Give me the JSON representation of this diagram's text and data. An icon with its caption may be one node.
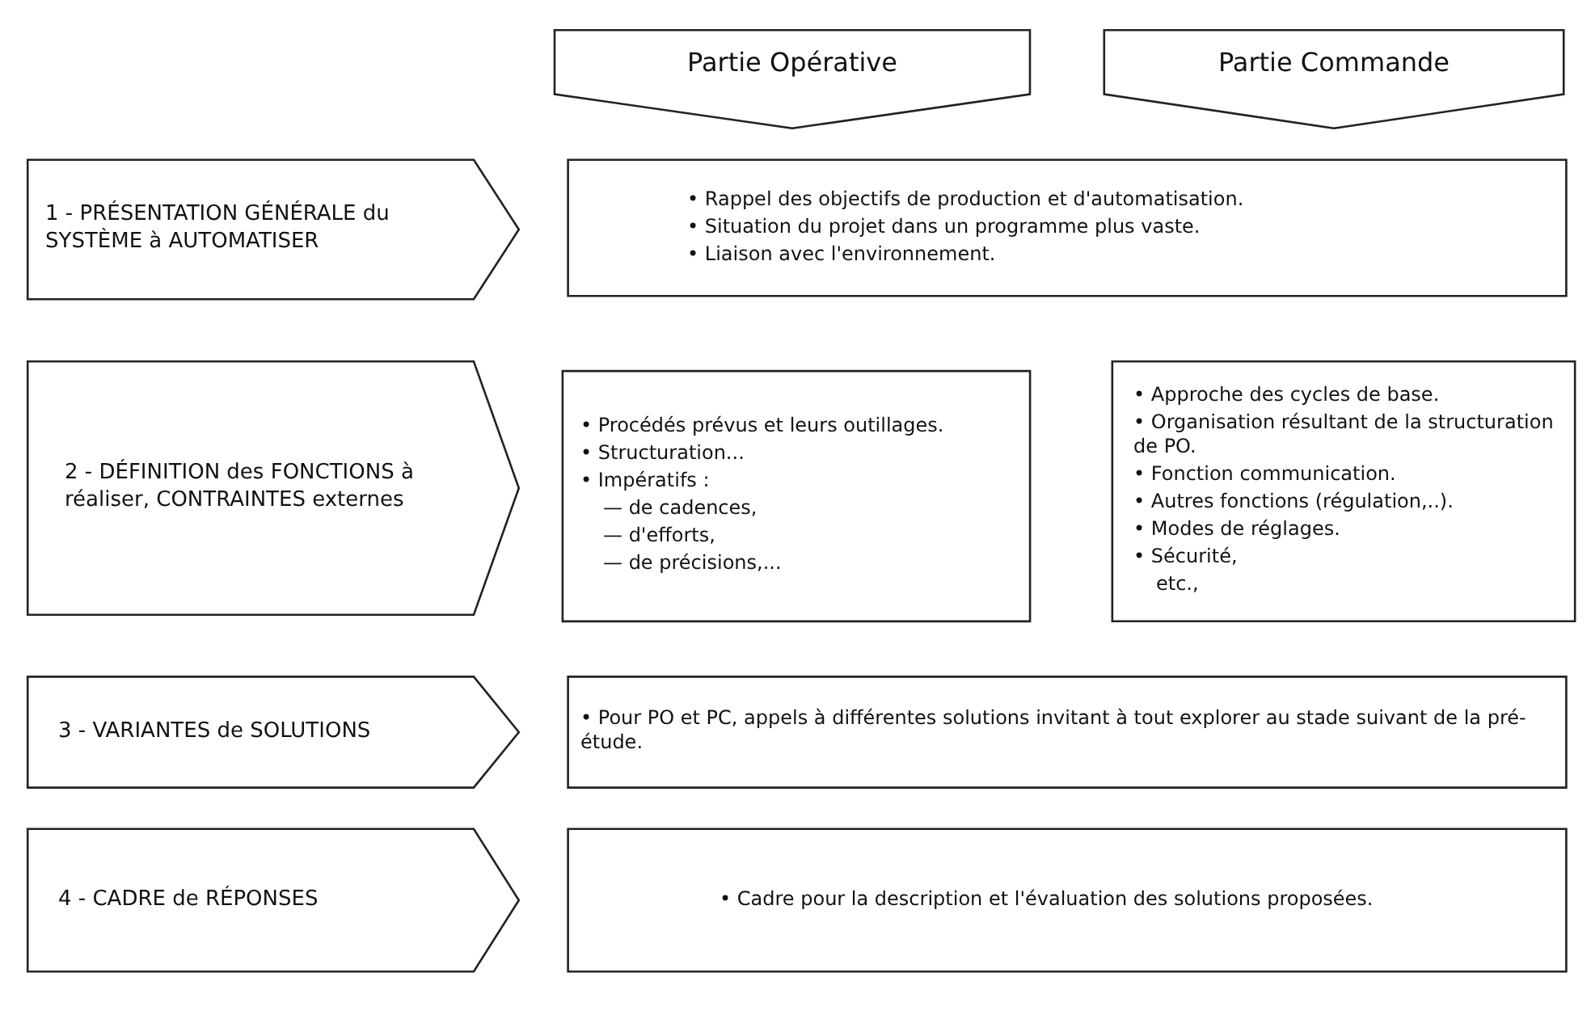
{
  "diagram": {
    "nodes": [
      {
        "text": [
          "Partie Opérative"
        ]
      },
      {
        "text": [
          "Partie Commande"
        ]
      },
      {
        "text": [
          "1 - PRÉSENTATION GÉNÉRALE du SYSTÈME à AUTOMATISER"
        ]
      },
      {
        "text": [
          "• Rappel des objectifs de production et d'automatisation.",
          "• Situation du projet dans un programme plus vaste.",
          "• Liaison avec l'environnement."
        ]
      },
      {
        "text": [
          "2 - DÉFINITION des FONCTIONS à réaliser, CONTRAINTES externes"
        ]
      },
      {
        "text": [
          "• Procédés prévus et leurs outillages.",
          "• Structuration...",
          "• Impératifs :",
          "— de cadences,",
          "— d'efforts,",
          "— de précisions,..."
        ]
      },
      {
        "text": [
          "• Approche des cycles de base.",
          "• Organisation résultant de la structuration de PO.",
          "• Fonction communication.",
          "• Autres fonctions (régulation,..).",
          "• Modes de réglages.",
          "• Sécurité,",
          "etc.,"
        ]
      },
      {
        "text": [
          "3 - VARIANTES de SOLUTIONS"
        ]
      },
      {
        "text": [
          "• Pour PO et PC, appels à différentes solutions invitant à tout explorer au stade suivant de la pré-étude."
        ]
      },
      {
        "text": [
          "4 - CADRE de RÉPONSES"
        ]
      },
      {
        "text": [
          "• Cadre pour la description et l'évaluation des solutions proposées."
        ]
      }
    ]
  }
}
